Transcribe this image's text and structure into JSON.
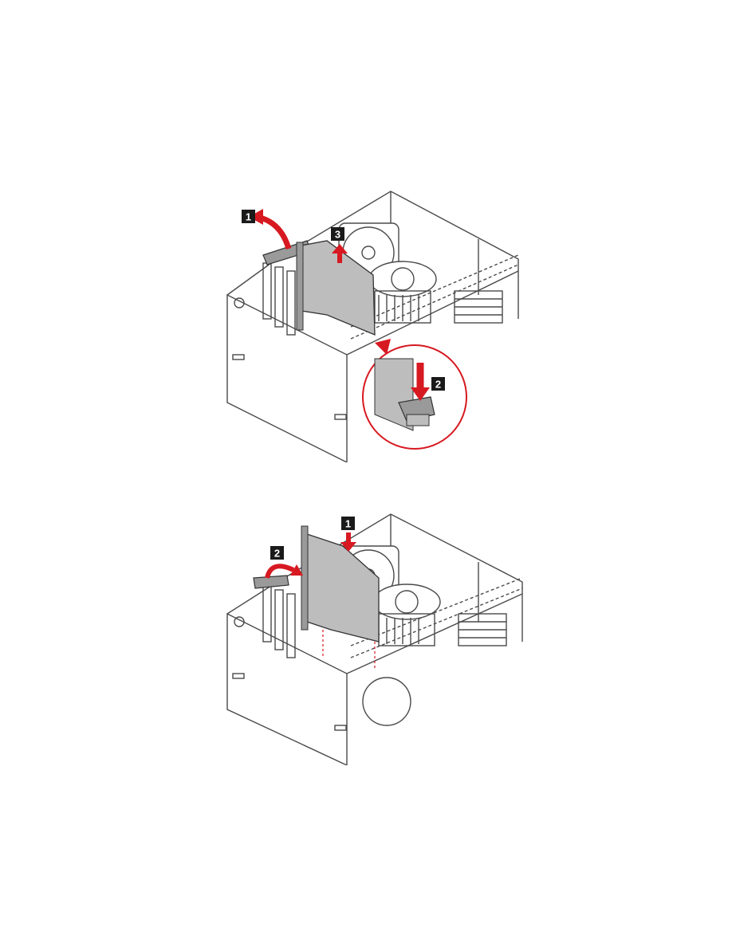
{
  "colors": {
    "accent": "#d71921",
    "badge": "#1a1a1a",
    "line": "#4a4a4a",
    "card": "#bdbdbd",
    "background": "#ffffff"
  },
  "figure_remove": {
    "callouts": [
      {
        "id": "latch",
        "label": "1",
        "icon": "curved-arrow-up-left"
      },
      {
        "id": "press",
        "label": "2",
        "icon": "arrow-down"
      },
      {
        "id": "lift",
        "label": "3",
        "icon": "arrow-up"
      }
    ],
    "detail": "magnified-latch-detail"
  },
  "figure_install": {
    "callouts": [
      {
        "id": "insert",
        "label": "1",
        "icon": "arrow-down"
      },
      {
        "id": "close-latch",
        "label": "2",
        "icon": "curved-arrow-right"
      }
    ]
  }
}
